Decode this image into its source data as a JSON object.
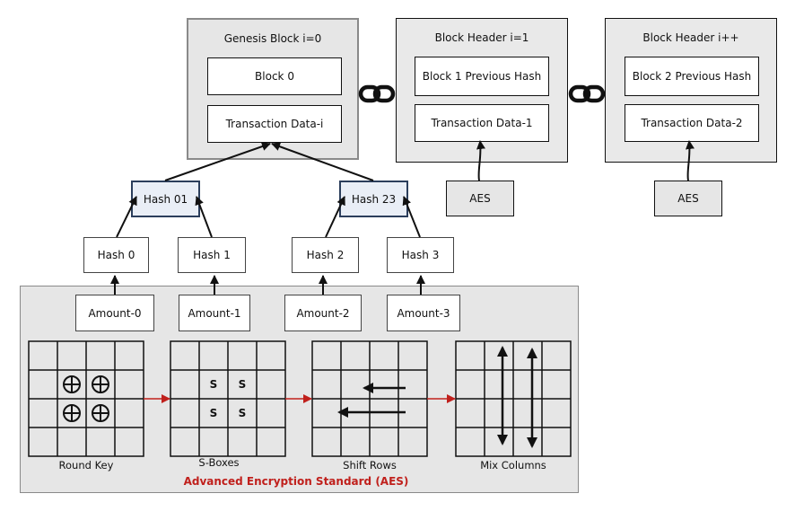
{
  "blocks": [
    {
      "title": "Genesis Block i=0",
      "top": "Block 0",
      "bottom": "Transaction Data-i"
    },
    {
      "title": "Block Header i=1",
      "top": "Block 1 Previous Hash",
      "bottom": "Transaction Data-1"
    },
    {
      "title": "Block Header i++",
      "top": "Block 2 Previous Hash",
      "bottom": "Transaction Data-2"
    }
  ],
  "aes_nodes": [
    "AES",
    "AES"
  ],
  "hash_level2": [
    "Hash 01",
    "Hash 23"
  ],
  "hash_level1": [
    "Hash 0",
    "Hash 1",
    "Hash 2",
    "Hash 3"
  ],
  "amounts": [
    "Amount-0",
    "Amount-1",
    "Amount-2",
    "Amount-3"
  ],
  "aes_steps": [
    "Round Key",
    "S-Boxes",
    "Shift Rows",
    "Mix Columns"
  ],
  "aes_title": "Advanced Encryption Standard (AES)",
  "sbox_symbol": "S",
  "icons": {
    "link": "chain-link-icon",
    "xor": "circled-plus-icon"
  },
  "colors": {
    "accent_red": "#c0201c",
    "hash_mid_border": "#2b3e5c"
  }
}
